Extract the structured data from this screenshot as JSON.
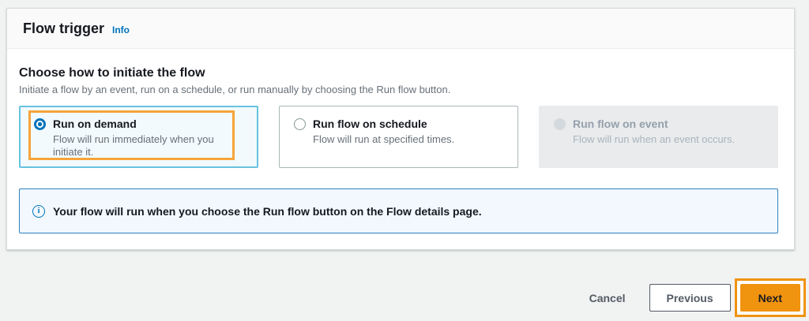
{
  "panel": {
    "title": "Flow trigger",
    "info_link": "Info"
  },
  "section": {
    "heading": "Choose how to initiate the flow",
    "description": "Initiate a flow by an event, run on a schedule, or run manually by choosing the Run flow button."
  },
  "options": [
    {
      "label": "Run on demand",
      "description": "Flow will run immediately when you initiate it.",
      "state": "selected",
      "highlighted": true
    },
    {
      "label": "Run flow on schedule",
      "description": "Flow will run at specified times.",
      "state": "unselected",
      "highlighted": false
    },
    {
      "label": "Run flow on event",
      "description": "Flow will run when an event occurs.",
      "state": "disabled",
      "highlighted": false
    }
  ],
  "alert": {
    "icon": "info-icon",
    "icon_glyph": "i",
    "text": "Your flow will run when you choose the Run flow button on the Flow details page."
  },
  "footer": {
    "cancel_label": "Cancel",
    "previous_label": "Previous",
    "next_label": "Next",
    "next_highlighted": true
  },
  "colors": {
    "page_background": "#f1f2f2",
    "panel_header_background": "#fafafa",
    "accent_blue": "#0073bb",
    "selected_card_background": "#f2fafd",
    "selected_card_border": "#68c2df",
    "disabled_card_background": "#e9ebed",
    "alert_background": "#f2f8fd",
    "alert_border": "#2e7fbe",
    "annotation_orange": "#f6a43b",
    "primary_button_orange": "#f0930f",
    "secondary_button_gray": "#545b64",
    "text_dark": "#16191f",
    "text_gray": "#687078"
  }
}
